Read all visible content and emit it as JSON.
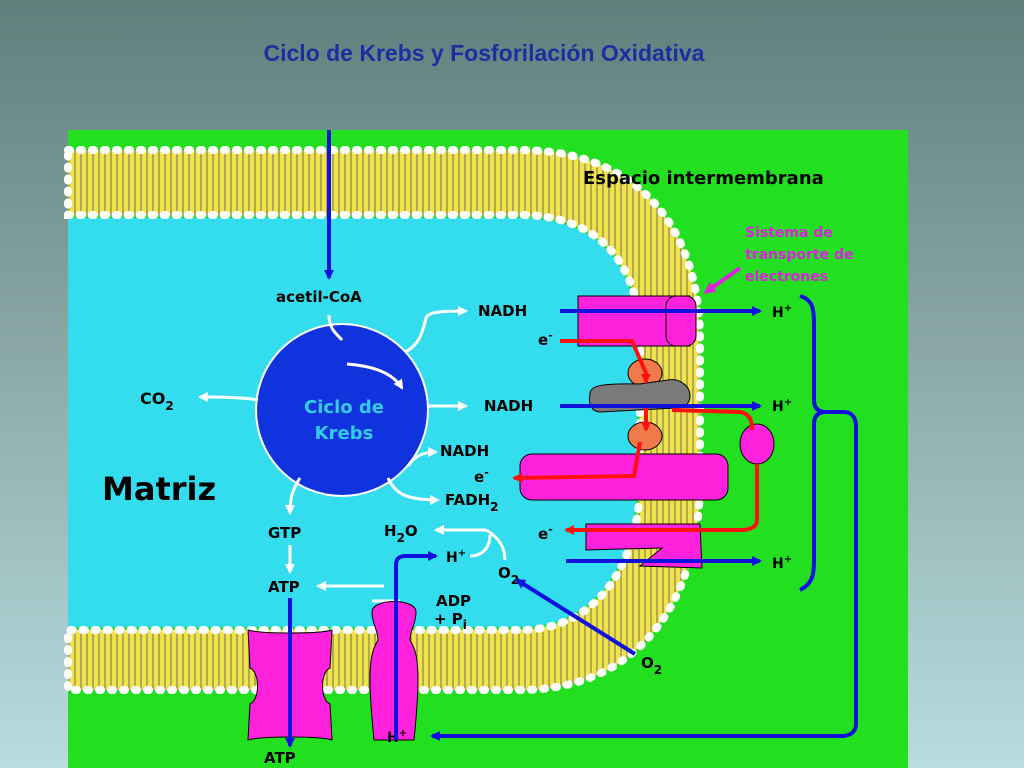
{
  "title": "Ciclo de Krebs  y  Fosforilación Oxidativa",
  "colors": {
    "background_top": "#5f7f7c",
    "background_bottom": "#b7dde0",
    "title": "#1a2fa0",
    "intermembrane": "#22e01f",
    "matrix": "#33ddee",
    "membrane": "#f0e24a",
    "protein": "#ff22dd",
    "krebs_circle": "#1133dd",
    "arrow_blue": "#1111dd",
    "arrow_red": "#ff1111",
    "carrier_orange": "#f07a4a",
    "carrier_gray": "#7a7a7a",
    "label_callout": "#dd22dd"
  },
  "labels": {
    "intermembrane_space": "Espacio intermembrana",
    "transport_system": [
      "Sistema de",
      "transporte de",
      "electrones"
    ],
    "matrix": "Matriz",
    "krebs": [
      "Ciclo de",
      "Krebs"
    ],
    "acetyl_coa": "acetil-CoA",
    "co2": "CO",
    "co2_sub": "2",
    "nadh_1": "NADH",
    "nadh_2": "NADH",
    "nadh_3": "NADH",
    "fadh2": "FADH",
    "fadh2_sub": "2",
    "gtp": "GTP",
    "atp_1": "ATP",
    "atp_2": "ATP",
    "h2o": "H",
    "h2o_sub": "2",
    "h2o_end": "O",
    "o2_inner": "O",
    "o2_inner_sub": "2",
    "o2_outer": "O",
    "o2_outer_sub": "2",
    "adp": "ADP",
    "pi": "+ P",
    "pi_sub": "i",
    "electron": "e",
    "electron_sup": "-",
    "proton": "H",
    "proton_sup": "+"
  }
}
